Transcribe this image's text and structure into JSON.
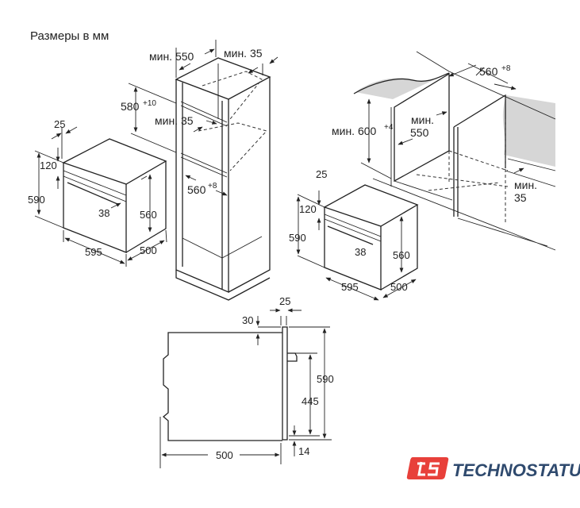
{
  "title": "Размеры в мм",
  "oven_left": {
    "d25": "25",
    "d120": "120",
    "d590": "590",
    "d38": "38",
    "d560": "560",
    "d595": "595",
    "d500": "500"
  },
  "tall_cabinet": {
    "min550": "мин. 550",
    "min35_top": "мин. 35",
    "h580": "580",
    "h580_tol": "+10",
    "min35_mid": "мин. 35",
    "w560": "560",
    "w560_tol": "+8"
  },
  "under_counter": {
    "w560": "560",
    "w560_tol": "+8",
    "h600": "мин. 600",
    "h600_tol": "+4",
    "min550_a": "мин.",
    "min550_b": "550",
    "min35_a": "мин.",
    "min35_b": "35"
  },
  "oven_right": {
    "d25": "25",
    "d120": "120",
    "d590": "590",
    "d38": "38",
    "d560": "560",
    "d595": "595",
    "d500": "500"
  },
  "side_view": {
    "d25": "25",
    "d30": "30",
    "d590": "590",
    "d445": "445",
    "d14": "14",
    "d500": "500"
  },
  "logo": {
    "text": "TECHNOSTATUS",
    "mark": "ts",
    "brand_red": "#e8403a",
    "brand_blue": "#2f4a6e"
  }
}
